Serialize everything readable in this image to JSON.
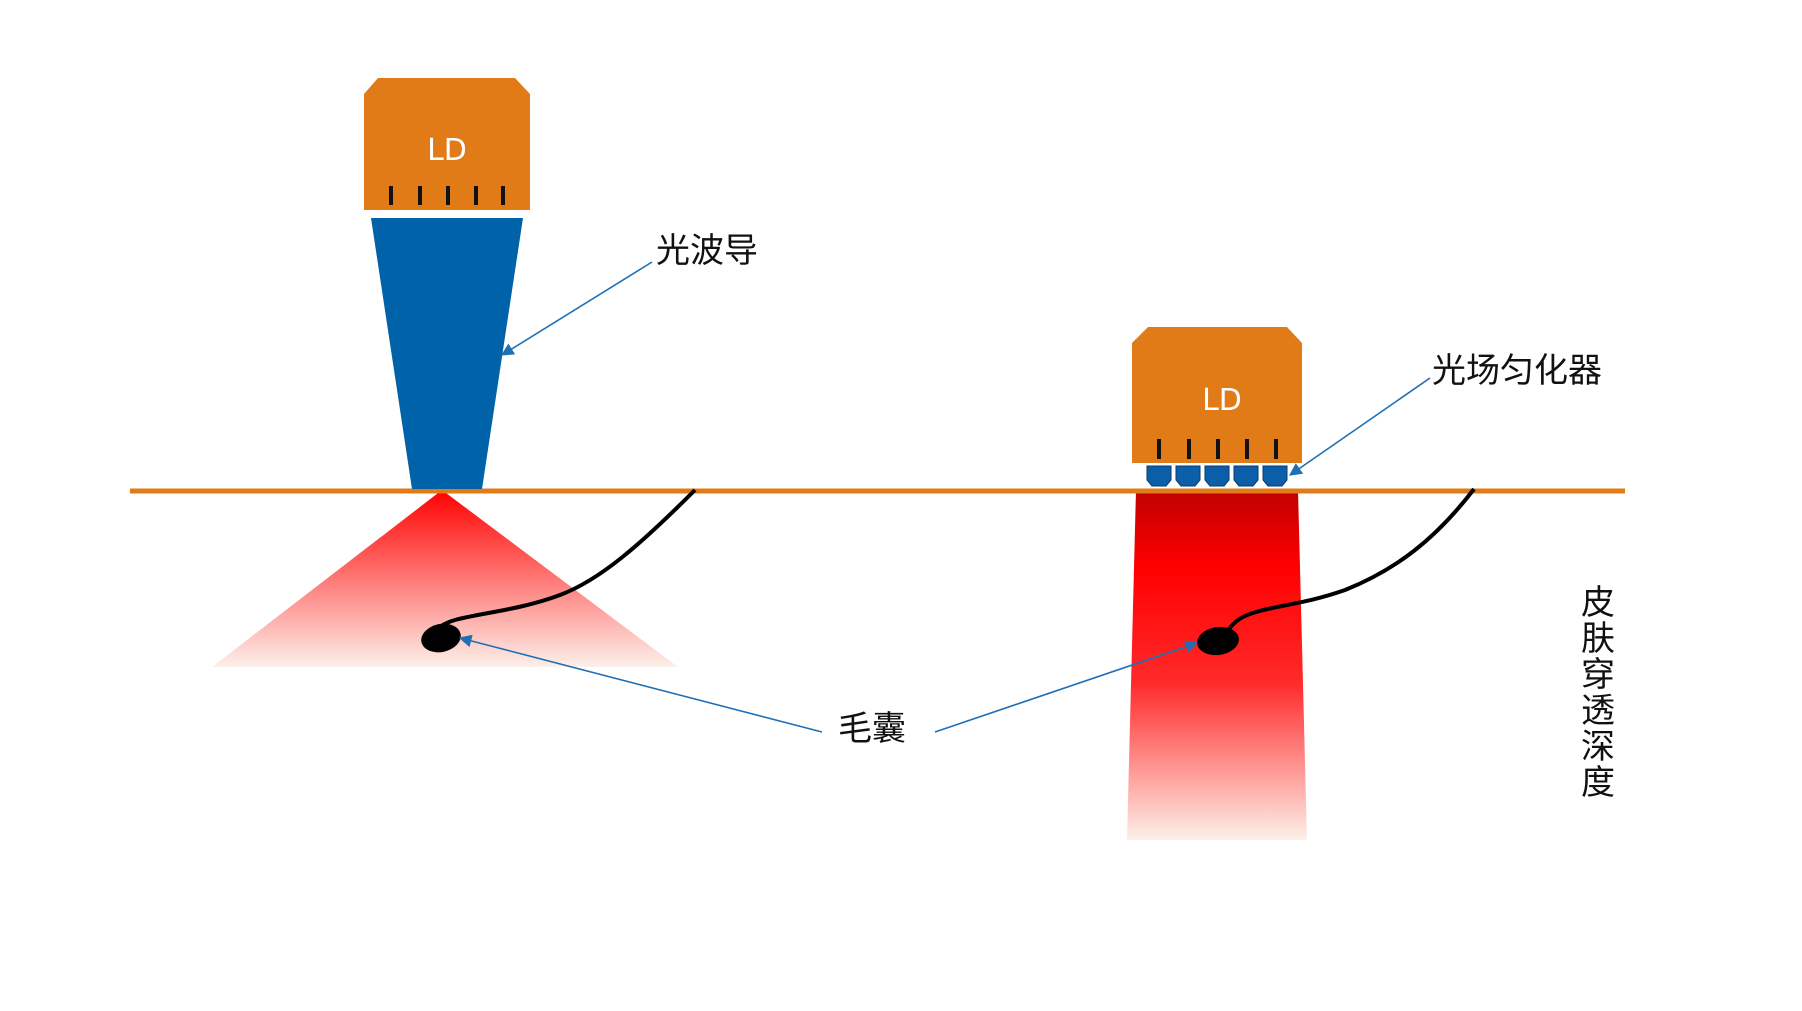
{
  "labels": {
    "ld_left": "LD",
    "ld_right": "LD",
    "waveguide": "光波导",
    "homogenizer": "光场匀化器",
    "hair_follicle": "毛囊",
    "skin_depth": [
      "皮",
      "肤",
      "穿",
      "透",
      "深",
      "度"
    ]
  },
  "colors": {
    "ld_body": "#e07b17",
    "waveguide": "#0062a8",
    "skin_line": "#e07b17",
    "beam": "#ff0000",
    "annotation_arrow": "#1f6fb5",
    "follicle": "#000000"
  }
}
